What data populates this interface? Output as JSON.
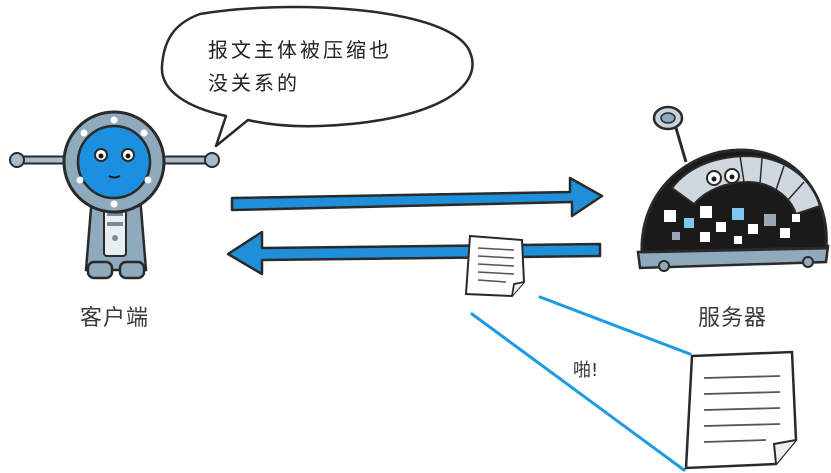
{
  "speech_bubble": {
    "line1": "报文主体被压缩也",
    "line2": "没关系的"
  },
  "client": {
    "label": "客户端"
  },
  "server": {
    "label": "服务器"
  },
  "exclaim": "啪!",
  "colors": {
    "arrow": "#1e8fd8",
    "arrow_outline": "#2a2a2a",
    "robot_body": "#8fa9bd",
    "robot_face": "#1d8fe0",
    "line_blue": "#1d9be0"
  }
}
